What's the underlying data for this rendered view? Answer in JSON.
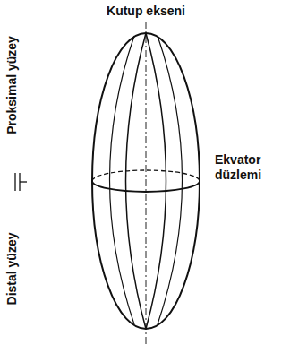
{
  "diagram": {
    "labels": [
      "Kutup ekseni",
      "Proksimal yüzey",
      "Distal yüzey",
      "Ekvator düzlemi"
    ]
  }
}
